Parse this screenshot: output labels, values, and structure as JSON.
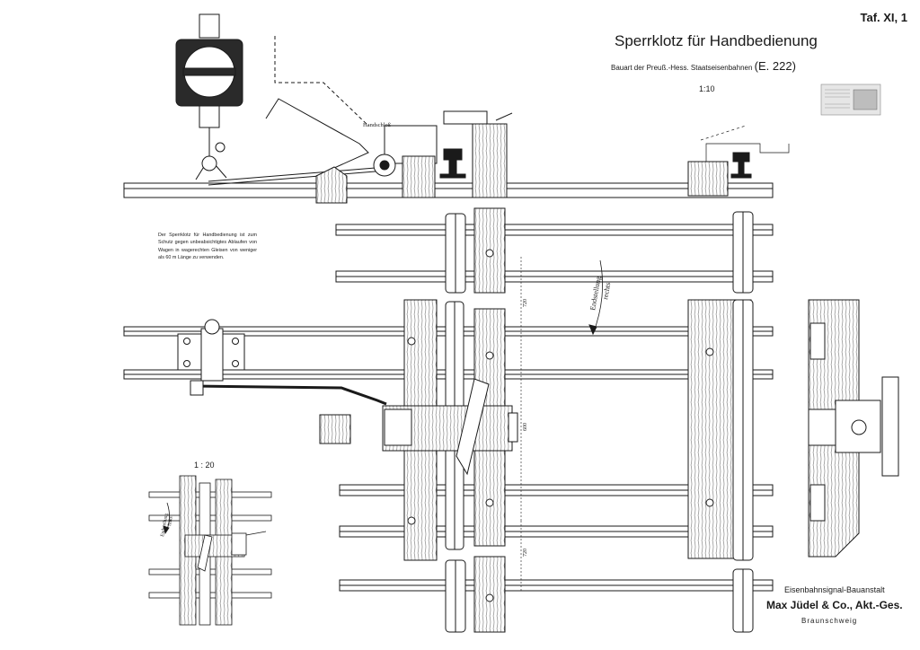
{
  "plate": {
    "number": "Taf. XI, 1"
  },
  "header": {
    "title": "Sperrklotz für Handbedienung",
    "subtitle_prefix": "Bauart der Preuß.-Hess. Staatseisenbahnen",
    "subtitle_code": "(E. 222)",
    "scale_main": "1:10"
  },
  "description": "Der Sperrklotz für Handbedienung ist zum Schutz gegen unbeabsichtigtes Ablaufen von Wagen in wagerechten Gleisen von weniger als 60 m Länge zu verwenden.",
  "labels": {
    "handschloss": "Handschloß",
    "endstellung": "Endstellung",
    "endstellung_side_main": "rechts",
    "endstellung_side_detail": "links",
    "scale_detail": "1 : 20",
    "dim_upper": "720",
    "dim_middle": "600",
    "dim_lower": "720"
  },
  "maker": {
    "line1": "Eisenbahnsignal-Bauanstalt",
    "line2": "Max Jüdel & Co., Akt.-Ges.",
    "line3": "Braunschweig"
  },
  "colors": {
    "ink": "#1a1a1a",
    "wood": "#6b6b6b",
    "paper": "#ffffff"
  }
}
